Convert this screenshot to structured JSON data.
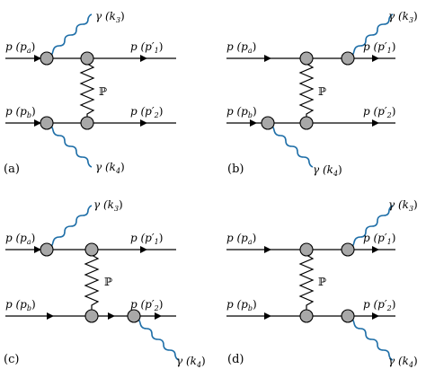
{
  "colors": {
    "photon": "#1f6fa8",
    "vertex": "#a8a8a8",
    "line": "#000000"
  },
  "exchange_label": "ℙ",
  "panels": [
    {
      "tag": "(a)",
      "in_top": "p (p",
      "in_top_sub": "a",
      "in_bot": "p (p",
      "in_bot_sub": "b",
      "out_top": "p (p′",
      "out_top_sub": "1",
      "out_bot": "p (p′",
      "out_bot_sub": "2",
      "photon_top": "γ (k",
      "photon_top_sub": "3",
      "photon_bot": "γ (k",
      "photon_bot_sub": "4"
    },
    {
      "tag": "(b)",
      "in_top": "p (p",
      "in_top_sub": "a",
      "in_bot": "p (p",
      "in_bot_sub": "b",
      "out_top": "p (p′",
      "out_top_sub": "1",
      "out_bot": "p (p′",
      "out_bot_sub": "2",
      "photon_top": "γ (k",
      "photon_top_sub": "3",
      "photon_bot": "γ (k",
      "photon_bot_sub": "4"
    },
    {
      "tag": "(c)",
      "in_top": "p (p",
      "in_top_sub": "a",
      "in_bot": "p (p",
      "in_bot_sub": "b",
      "out_top": "p (p′",
      "out_top_sub": "1",
      "out_bot": "p (p′",
      "out_bot_sub": "2",
      "photon_top": "γ (k",
      "photon_top_sub": "3",
      "photon_bot": "γ (k",
      "photon_bot_sub": "4"
    },
    {
      "tag": "(d)",
      "in_top": "p (p",
      "in_top_sub": "a",
      "in_bot": "p (p",
      "in_bot_sub": "b",
      "out_top": "p (p′",
      "out_top_sub": "1",
      "out_bot": "p (p′",
      "out_bot_sub": "2",
      "photon_top": "γ (k",
      "photon_top_sub": "3",
      "photon_bot": "γ (k",
      "photon_bot_sub": "4"
    }
  ]
}
